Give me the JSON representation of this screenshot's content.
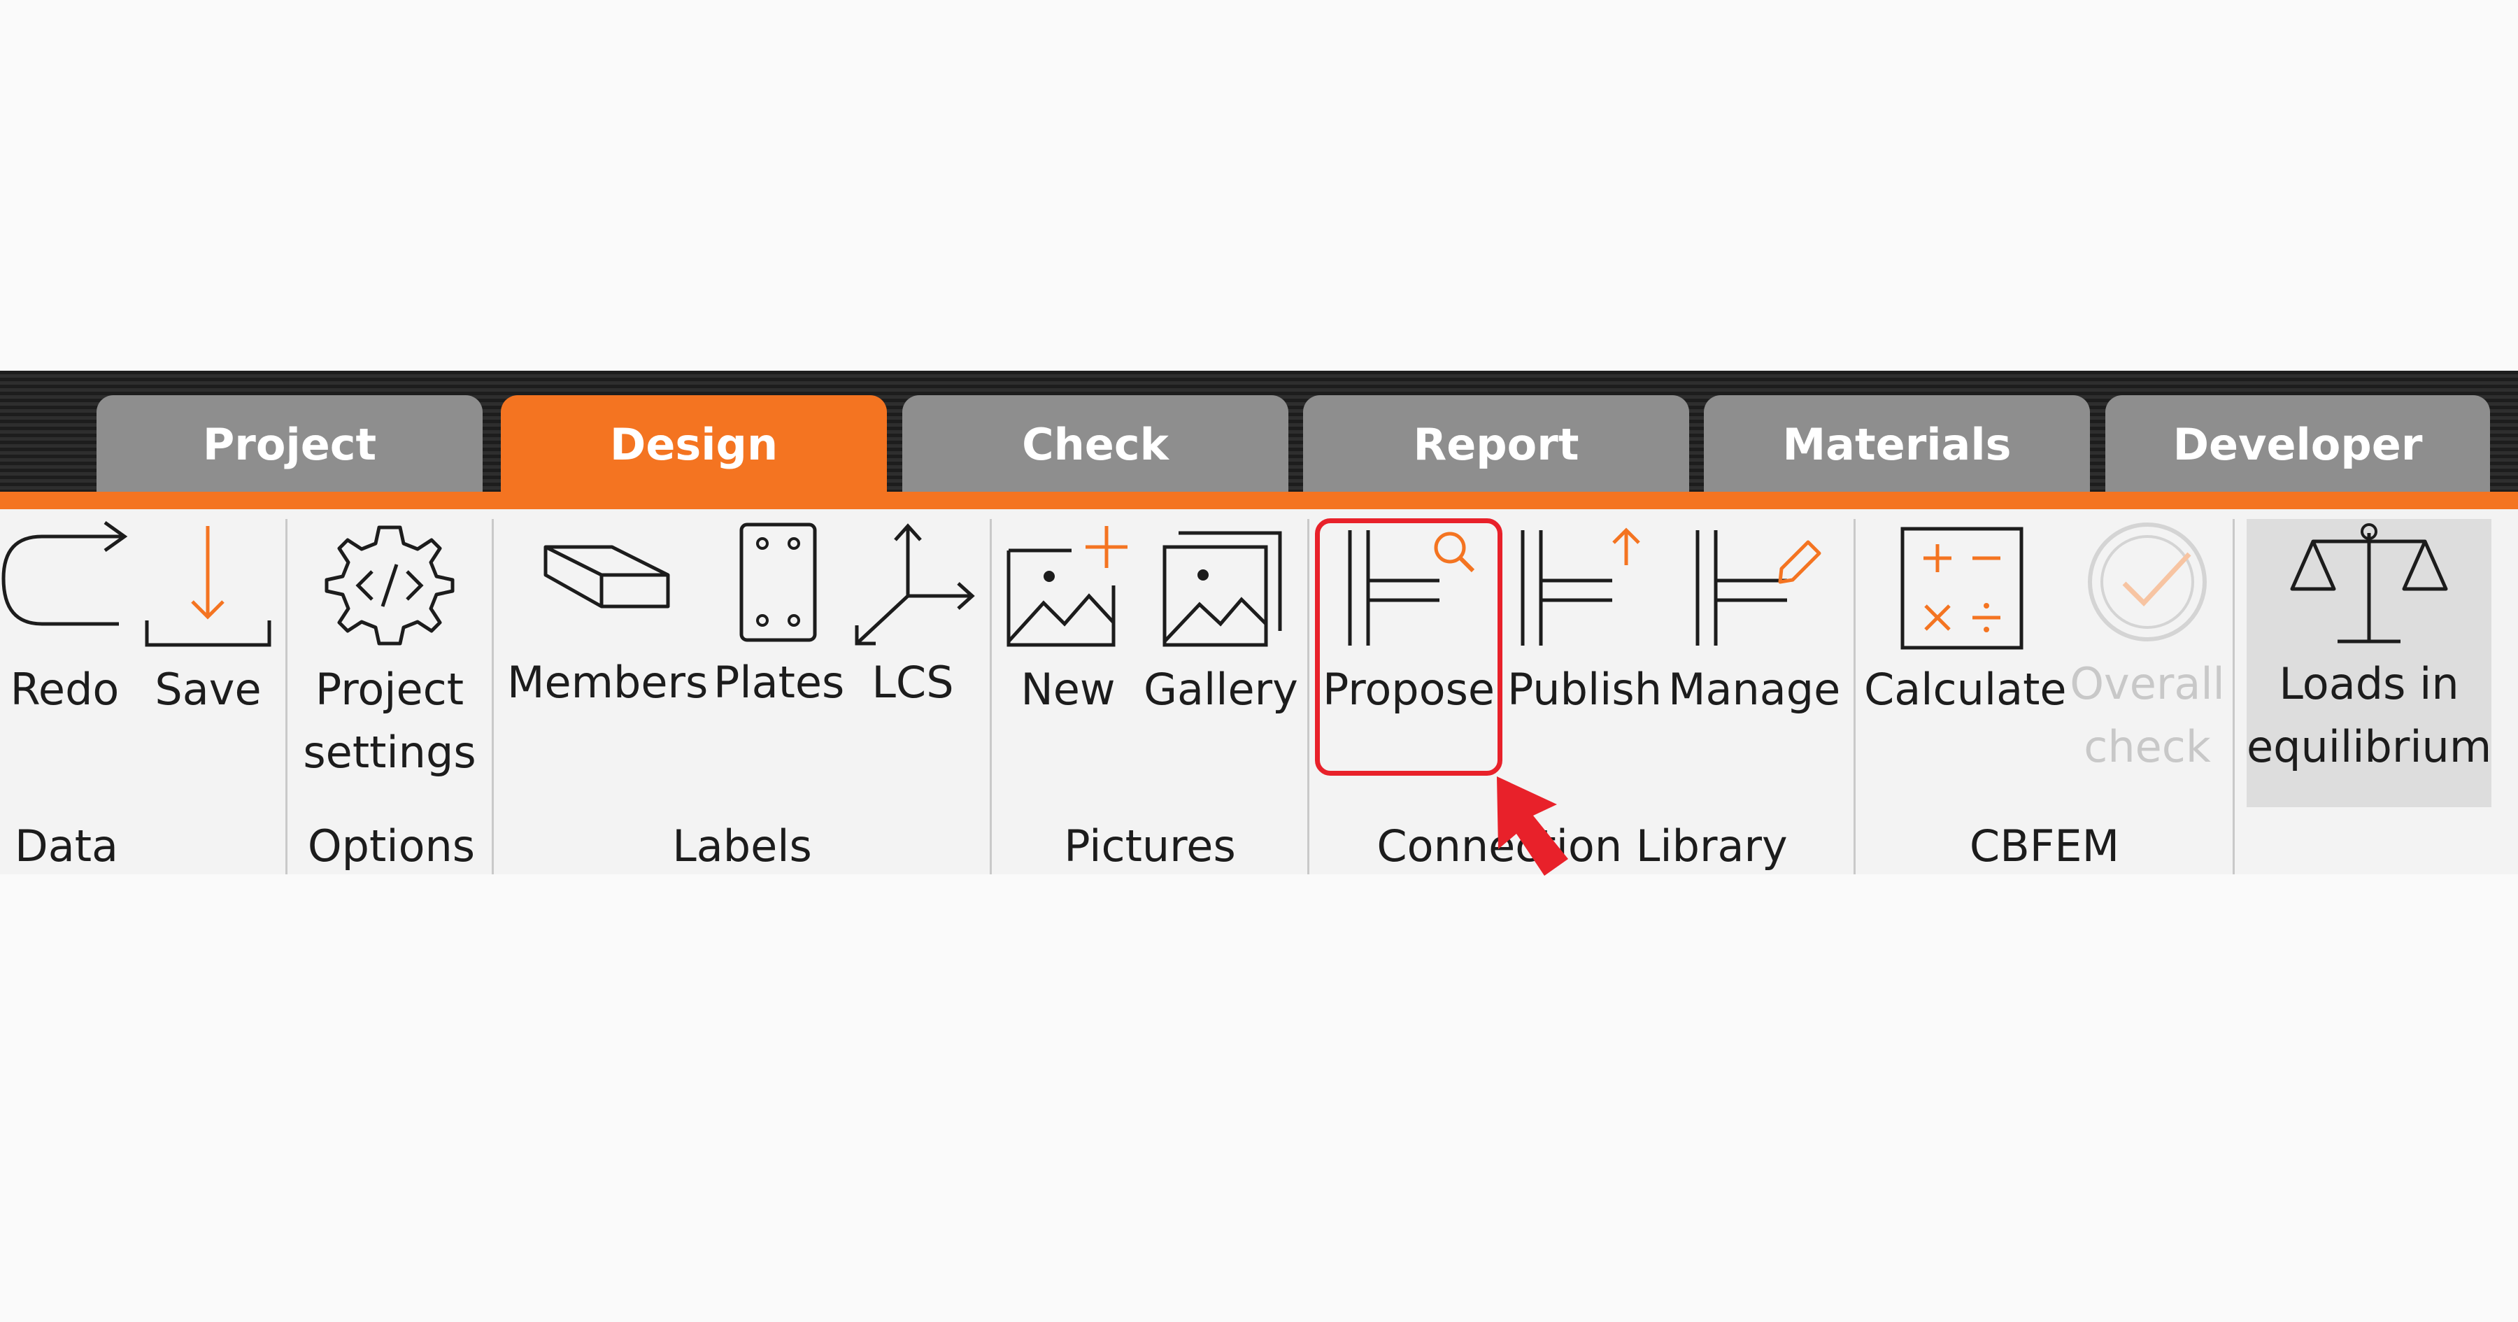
{
  "tabs": [
    {
      "label": "Project",
      "active": false
    },
    {
      "label": "Design",
      "active": true
    },
    {
      "label": "Check",
      "active": false
    },
    {
      "label": "Report",
      "active": false
    },
    {
      "label": "Materials",
      "active": false
    },
    {
      "label": "Developer",
      "active": false
    }
  ],
  "ribbon": {
    "data_group": {
      "label": "Data",
      "redo": "Redo",
      "save": "Save"
    },
    "options_group": {
      "label": "Options",
      "project_settings_line1": "Project",
      "project_settings_line2": "settings"
    },
    "labels_group": {
      "label": "Labels",
      "members": "Members",
      "plates": "Plates",
      "lcs": "LCS"
    },
    "pictures_group": {
      "label": "Pictures",
      "new": "New",
      "gallery": "Gallery"
    },
    "connection_library_group": {
      "label": "Connection Library",
      "propose": "Propose",
      "publish": "Publish",
      "manage": "Manage"
    },
    "cbfem_group": {
      "label": "CBFEM",
      "calculate": "Calculate",
      "overall_check_line1": "Overall",
      "overall_check_line2": "check"
    },
    "loads_in_equilibrium_line1": "Loads in",
    "loads_in_equilibrium_line2": "equilibrium"
  },
  "colors": {
    "accent": "#f47421",
    "tab_inactive": "#8e8e8e",
    "highlight": "#e8212a",
    "ribbon_bg": "#f3f3f3"
  }
}
